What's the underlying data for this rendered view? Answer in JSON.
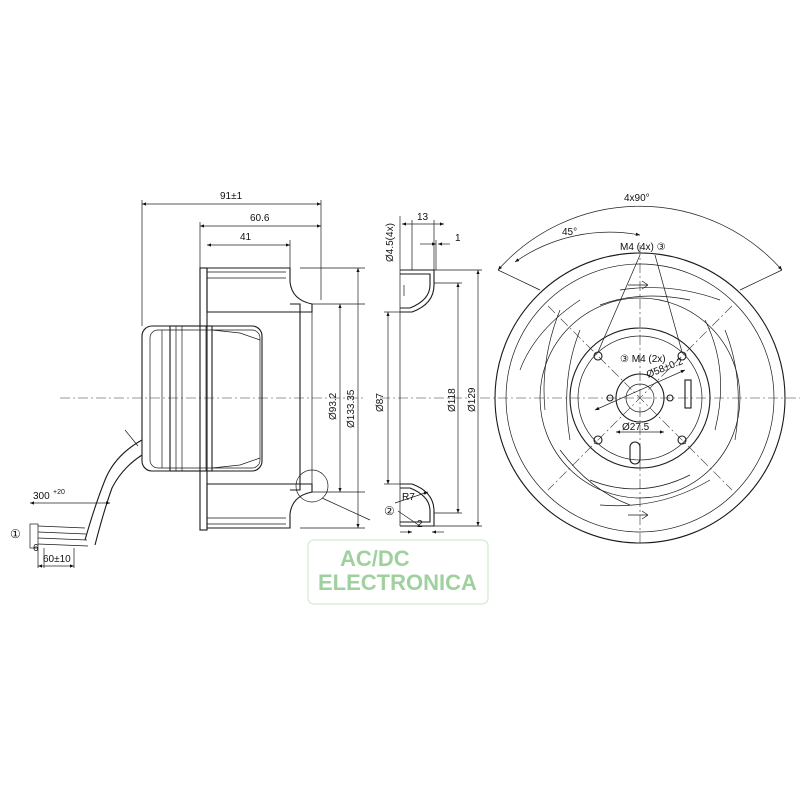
{
  "dimensions": {
    "overall_length": "91±1",
    "flange_length": "60.6",
    "inlet_depth": "41",
    "dia_93": "Ø93.2",
    "dia_133": "Ø133.35",
    "cable_length": "300",
    "cable_length_tol": "+20",
    "strip_a": "6",
    "strip_b": "60±10",
    "callout_1": "①",
    "nozzle_13": "13",
    "nozzle_1": "1",
    "hole_dia": "Ø4.5(4x)",
    "dia_87": "Ø87",
    "dia_118": "Ø118",
    "dia_129": "Ø129",
    "radius": "R7",
    "callout_2": "②",
    "wall_2": "2",
    "angle_total": "4x90°",
    "angle_45": "45°",
    "thread_4x": "M4 (4x) ③",
    "thread_2x": "③ M4 (2x)",
    "dia_58": "Ø58±0.2",
    "dia_27": "Ø27.5"
  },
  "watermark": {
    "line1": "AC/DC",
    "line2": "ELECTRONICA",
    "color": "#7fc27f"
  },
  "colors": {
    "line": "#1a1a1a",
    "background": "#ffffff"
  }
}
